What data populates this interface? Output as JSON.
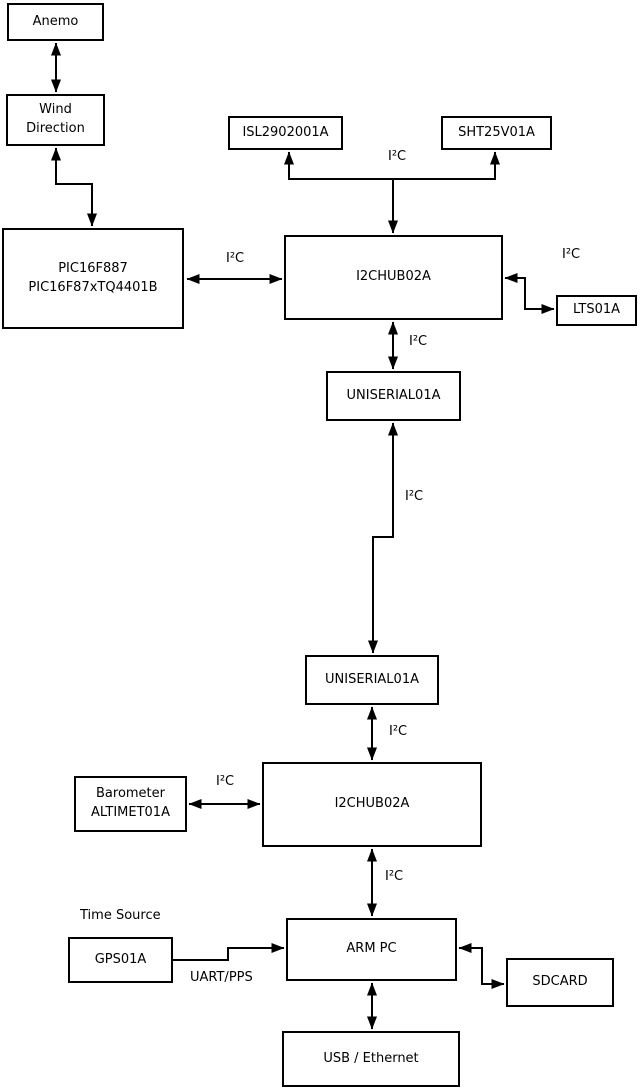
{
  "diagram": {
    "nodes": {
      "anemo": {
        "label": "Anemo"
      },
      "wind_direction": {
        "label": "Wind\nDirection"
      },
      "pic": {
        "label": "PIC16F887\nPIC16F87xTQ4401B"
      },
      "isl2902001a": {
        "label": "ISL2902001A"
      },
      "sht25v01a": {
        "label": "SHT25V01A"
      },
      "i2chub_upper": {
        "label": "I2CHUB02A"
      },
      "lts01a": {
        "label": "LTS01A"
      },
      "uniserial_upper": {
        "label": "UNISERIAL01A"
      },
      "uniserial_lower": {
        "label": "UNISERIAL01A"
      },
      "i2chub_lower": {
        "label": "I2CHUB02A"
      },
      "barometer": {
        "label": "Barometer\nALTIMET01A"
      },
      "gps01a": {
        "label": "GPS01A"
      },
      "arm_pc": {
        "label": "ARM PC"
      },
      "sdcard": {
        "label": "SDCARD"
      },
      "usb_ethernet": {
        "label": "USB / Ethernet"
      }
    },
    "labels": {
      "i2c": "I²C",
      "uart_pps": "UART/PPS",
      "time_source": "Time Source"
    },
    "colors": {
      "line": "#000000",
      "background": "#ffffff"
    }
  }
}
